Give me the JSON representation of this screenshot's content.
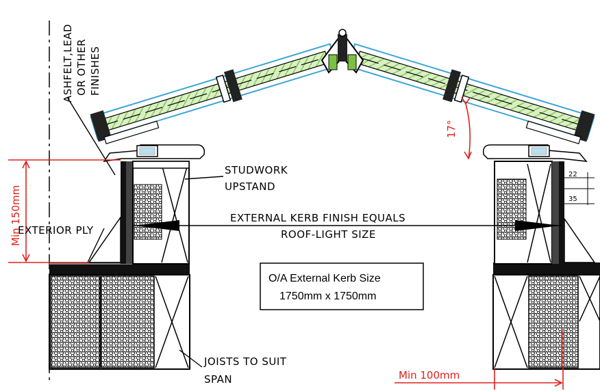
{
  "labels": {
    "finishes": [
      "ASHFELT,LEAD",
      "OR OTHER",
      "FINISHES"
    ],
    "studwork": [
      "STUDWORK",
      "UPSTAND"
    ],
    "kerb_finish": [
      "EXTERNAL KERB FINISH EQUALS",
      "ROOF-LIGHT SIZE"
    ],
    "exterior_ply": "EXTERIOR PLY",
    "joists": [
      "JOISTS TO SUIT",
      "SPAN"
    ]
  },
  "dimensions": {
    "min_height": "Min 150mm",
    "min_width": "Min 100mm",
    "angle": "17°",
    "dim_22": "22",
    "dim_35": "35"
  },
  "overall_size": {
    "title": "O/A External Kerb Size",
    "value": "1750mm x 1750mm"
  },
  "colors": {
    "dimension_red": "#e0201b",
    "glass_blue": "#3aa6d6",
    "glazing_green": "#7ac142",
    "line_black": "#000000"
  }
}
